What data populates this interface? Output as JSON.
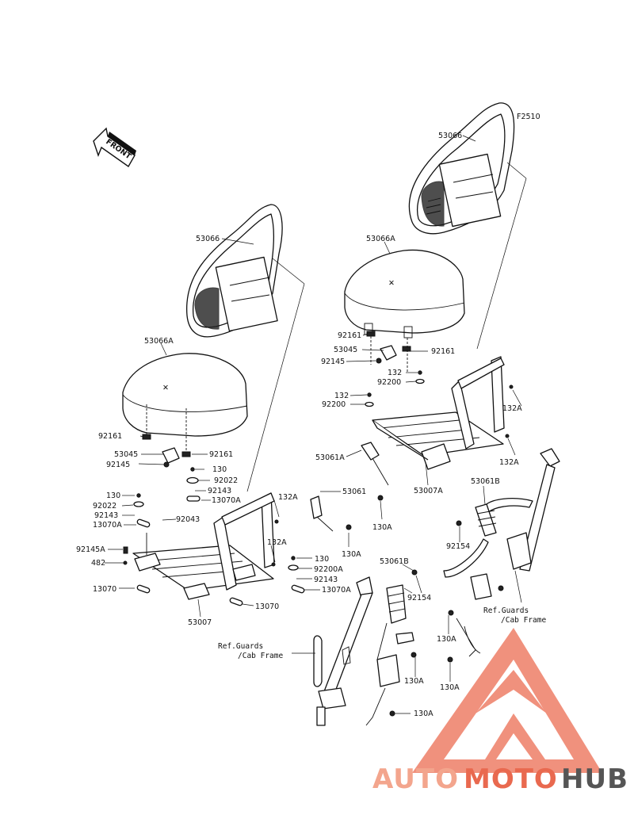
{
  "diagram_code": "F2510",
  "front_label": "FRONT",
  "parts": {
    "p53066_top": "53066",
    "p53066a_top": "53066A",
    "p92161_r1": "92161",
    "p53045_r": "53045",
    "p92161_r2": "92161",
    "p92145_r": "92145",
    "p132_r1": "132",
    "p92200_r1": "92200",
    "p132_r2": "132",
    "p92200_r2": "92200",
    "p132a_r1": "132A",
    "p132a_r2": "132A",
    "p53061a": "53061A",
    "p53007a": "53007A",
    "p130a_r": "130A",
    "p53066_left": "53066",
    "p53066a_left": "53066A",
    "p92161_l1": "92161",
    "p53045_l": "53045",
    "p92161_l2": "92161",
    "p92145_l": "92145",
    "p130_l1": "130",
    "p92022_l1": "92022",
    "p92143_l1": "92143",
    "p13070a_l1": "13070A",
    "p53061": "53061",
    "p132a_l1": "132A",
    "p130_l2": "130",
    "p92022_l2": "92022",
    "p92143_l2": "92143",
    "p13070a_l2": "13070A",
    "p92043": "92043",
    "p92145a": "92145A",
    "p482": "482",
    "p130a_m": "130A",
    "p132a_l2": "132A",
    "p130_l3": "130",
    "p92200a": "92200A",
    "p92143_l3": "92143",
    "p13070a_l3": "13070A",
    "p13070_l1": "13070",
    "p13070_l2": "13070",
    "p53007": "53007",
    "p53061b_r": "53061B",
    "p92154_r": "92154",
    "p53061b_m": "53061B",
    "p92154_m": "92154",
    "p130a_b1": "130A",
    "p130a_b2": "130A",
    "p130a_b3": "130A",
    "p130a_b4": "130A"
  },
  "refs": {
    "ref_right_1": "Ref.Guards",
    "ref_right_2": "/Cab Frame",
    "ref_left_1": "Ref.Guards",
    "ref_left_2": "/Cab Frame"
  },
  "watermark": {
    "auto": "AUTO",
    "moto": "MOTO",
    "hub": "HUB",
    "colors": {
      "auto": "#f3a58d",
      "moto": "#e9694f",
      "hub": "#555555",
      "triangle": "#ef8670"
    }
  }
}
